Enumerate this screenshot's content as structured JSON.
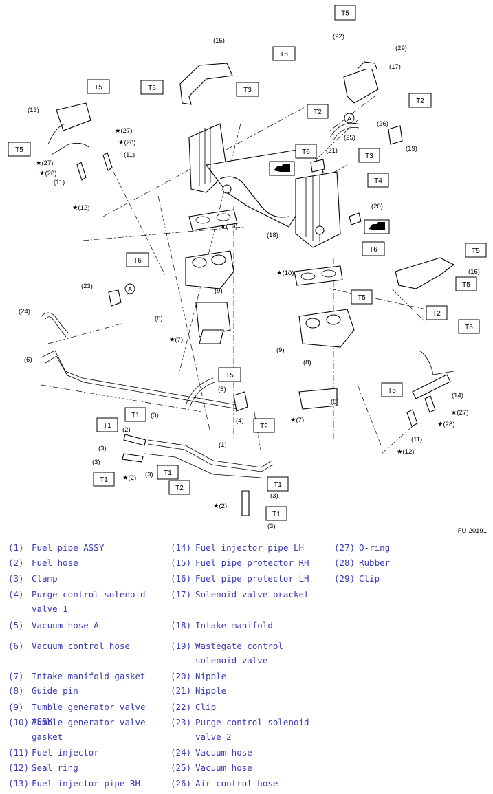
{
  "figure_id": "FU-20191",
  "tags": [
    "T5",
    "T5",
    "T5",
    "T5",
    "T3",
    "T2",
    "T2",
    "T5",
    "T6",
    "T3",
    "T4",
    "T6",
    "T6",
    "T5",
    "T5",
    "T5",
    "T2",
    "T5",
    "T5",
    "T5",
    "T1",
    "T1",
    "T2",
    "T1",
    "T1",
    "T2",
    "T1",
    "T1"
  ],
  "diagram_labels": [
    "(15)",
    "(22)",
    "(29)",
    "(17)",
    "(13)",
    "(27)",
    "(28)",
    "(11)",
    "(27)",
    "(28)",
    "(11)",
    "(12)",
    "(21)",
    "(26)",
    "(25)",
    "(19)",
    "(10)",
    "(18)",
    "(20)",
    "(16)",
    "(10)",
    "(9)",
    "(23)",
    "(24)",
    "(8)",
    "(7)",
    "(6)",
    "(5)",
    "(4)",
    "(9)",
    "(8)",
    "(8)",
    "(7)",
    "(14)",
    "(27)",
    "(28)",
    "(11)",
    "(12)",
    "(3)",
    "(2)",
    "(3)",
    "(3)",
    "(2)",
    "(3)",
    "(1)",
    "(2)",
    "(3)",
    "(3)"
  ],
  "connector_marks": [
    "A",
    "A"
  ],
  "legend": [
    {
      "num": "(1)",
      "text": "Fuel pipe ASSY"
    },
    {
      "num": "(2)",
      "text": "Fuel hose"
    },
    {
      "num": "(3)",
      "text": "Clamp"
    },
    {
      "num": "(4)",
      "text": "Purge control solenoid valve 1"
    },
    {
      "num": "(5)",
      "text": "Vacuum hose A"
    },
    {
      "num": "(6)",
      "text": "Vacuum control hose"
    },
    {
      "num": "(7)",
      "text": "Intake manifold gasket"
    },
    {
      "num": "(8)",
      "text": "Guide pin"
    },
    {
      "num": "(9)",
      "text": "Tumble generator valve ASSY"
    },
    {
      "num": "(10)",
      "text": "Tumble generator valve gasket"
    },
    {
      "num": "(11)",
      "text": "Fuel injector"
    },
    {
      "num": "(12)",
      "text": "Seal ring"
    },
    {
      "num": "(13)",
      "text": "Fuel injector pipe RH"
    },
    {
      "num": "(14)",
      "text": "Fuel injector pipe LH"
    },
    {
      "num": "(15)",
      "text": "Fuel pipe protector RH"
    },
    {
      "num": "(16)",
      "text": "Fuel pipe protector LH"
    },
    {
      "num": "(17)",
      "text": "Solenoid valve bracket"
    },
    {
      "num": "(18)",
      "text": "Intake manifold"
    },
    {
      "num": "(19)",
      "text": "Wastegate control solenoid valve"
    },
    {
      "num": "(20)",
      "text": "Nipple"
    },
    {
      "num": "(21)",
      "text": "Nipple"
    },
    {
      "num": "(22)",
      "text": "Clip"
    },
    {
      "num": "(23)",
      "text": "Purge control solenoid valve 2"
    },
    {
      "num": "(24)",
      "text": "Vacuum hose"
    },
    {
      "num": "(25)",
      "text": "Vacuum hose"
    },
    {
      "num": "(26)",
      "text": "Air control hose"
    },
    {
      "num": "(27)",
      "text": "O-ring"
    },
    {
      "num": "(28)",
      "text": "Rubber"
    },
    {
      "num": "(29)",
      "text": "Clip"
    }
  ]
}
